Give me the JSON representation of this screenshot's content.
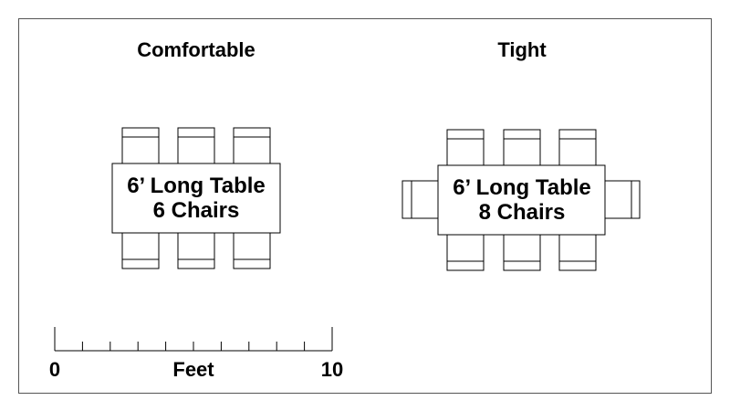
{
  "layouts": [
    {
      "title": "Comfortable",
      "table_line1": "6’ Long Table",
      "table_line2": "6 Chairs"
    },
    {
      "title": "Tight",
      "table_line1": "6’ Long Table",
      "table_line2": "8 Chairs"
    }
  ],
  "scale": {
    "label": "Feet",
    "min_label": "0",
    "max_label": "10",
    "min": 0,
    "max": 10,
    "minor_ticks": 10
  },
  "colors": {
    "stroke": "#000000",
    "frame": "#555555",
    "background": "#ffffff"
  }
}
